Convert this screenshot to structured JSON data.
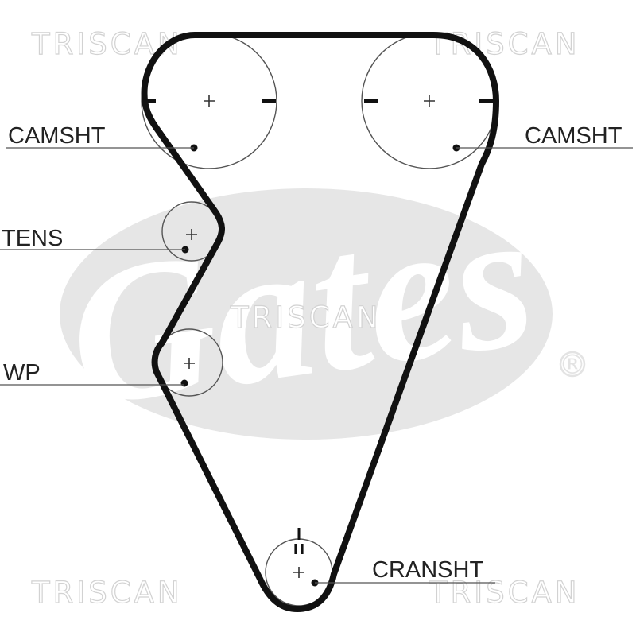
{
  "watermarks": {
    "top_left": "TRISCAN",
    "top_right": "TRISCAN",
    "center": "TRISCAN",
    "bottom_left": "TRISCAN",
    "bottom_right": "TRISCAN"
  },
  "brand_logo": {
    "text": "Gates",
    "registered_mark": "®"
  },
  "labels": {
    "camshaft_left": "CAMSHT",
    "camshaft_right": "CAMSHT",
    "tensioner": "TENS",
    "water_pump": "WP",
    "crankshaft": "CRANSHT"
  },
  "colors": {
    "belt": "#111111",
    "pulley_outline": "#555555",
    "logo_gray": "#e6e6e6",
    "watermark_stroke": "#d2d2d2"
  }
}
